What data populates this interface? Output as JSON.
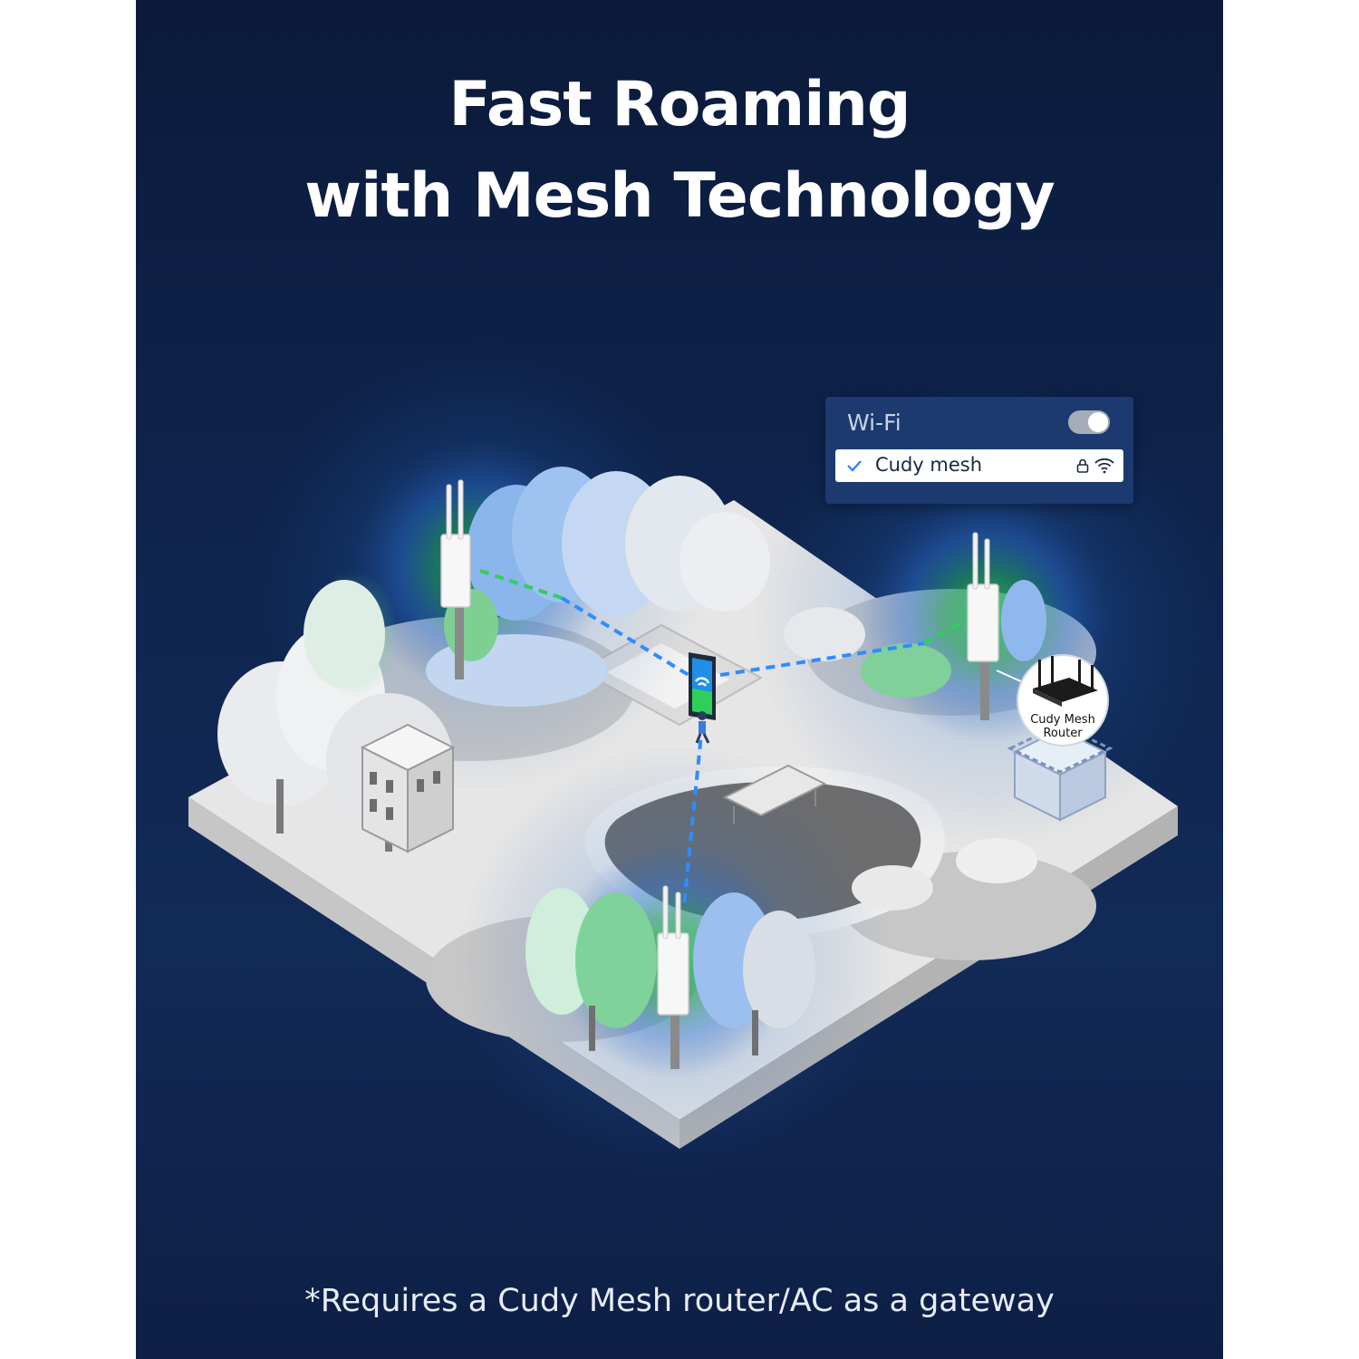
{
  "headline": {
    "line1": "Fast Roaming",
    "line2": "with Mesh Technology"
  },
  "wifi_card": {
    "label": "Wi-Fi",
    "toggle_on": true,
    "network_name": "Cudy mesh"
  },
  "router_label": {
    "line1": "Cudy Mesh",
    "line2": "Router"
  },
  "footnote": "*Requires a Cudy Mesh router/AC as a gateway",
  "colors": {
    "background": "#0f2650",
    "signal_green": "#3fd06a",
    "signal_blue": "#3b8cff",
    "link_green": "#2fd05a",
    "link_blue": "#2f8cff",
    "ground": "#d9d9d9"
  }
}
